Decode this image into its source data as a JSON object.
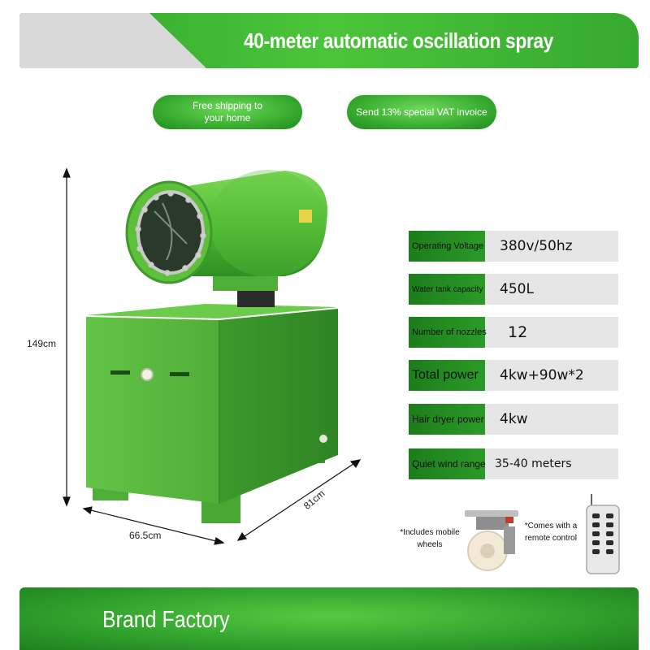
{
  "header": {
    "title": "40-meter automatic oscillation spray"
  },
  "badges": {
    "shipping": "Free shipping to your home",
    "vat": "Send 13% special VAT invoice"
  },
  "dimensions": {
    "height": "149cm",
    "width": "66.5cm",
    "depth": "81cm"
  },
  "specs": [
    {
      "label": "Operating Voltage",
      "value": "380v/50hz"
    },
    {
      "label": "Water tank capacity",
      "value": "450L"
    },
    {
      "label": "Number of nozzles",
      "value": "12"
    },
    {
      "label": "Total power",
      "value": "4kw+90w*2"
    },
    {
      "label": "Hair dryer power",
      "value": "4kw"
    },
    {
      "label": "Quiet wind range",
      "value": "35-40 meters"
    }
  ],
  "accessories": {
    "wheels": "*Includes mobile wheels",
    "remote": "*Comes with a remote control"
  },
  "footer": {
    "brand": "Brand Factory"
  },
  "colors": {
    "primary_green": "#3cb133",
    "dark_green": "#1f7f1e",
    "machine_green": "#5cbf3a",
    "spec_bg": "#e6e6e6"
  }
}
